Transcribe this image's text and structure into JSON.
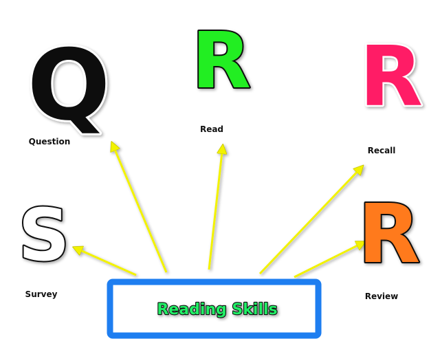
{
  "center": {
    "label": "Reading Skills",
    "text_color": "#22ee66",
    "border_color": "#1e7ef0"
  },
  "steps": [
    {
      "id": "survey",
      "letter": "S",
      "label": "Survey",
      "fill": "#ffffff",
      "outline": "#111111"
    },
    {
      "id": "question",
      "letter": "Q",
      "label": "Question",
      "fill": "#111111",
      "outline": "#ffffff"
    },
    {
      "id": "read",
      "letter": "R",
      "label": "Read",
      "fill": "#22ee22",
      "outline": "#111111"
    },
    {
      "id": "recall",
      "letter": "R",
      "label": "Recall",
      "fill": "#ff1a66",
      "outline": "#ffffff"
    },
    {
      "id": "review",
      "letter": "R",
      "label": "Review",
      "fill": "#ff7a1a",
      "outline": "#111111"
    }
  ],
  "arrow_color": "#f2f200"
}
